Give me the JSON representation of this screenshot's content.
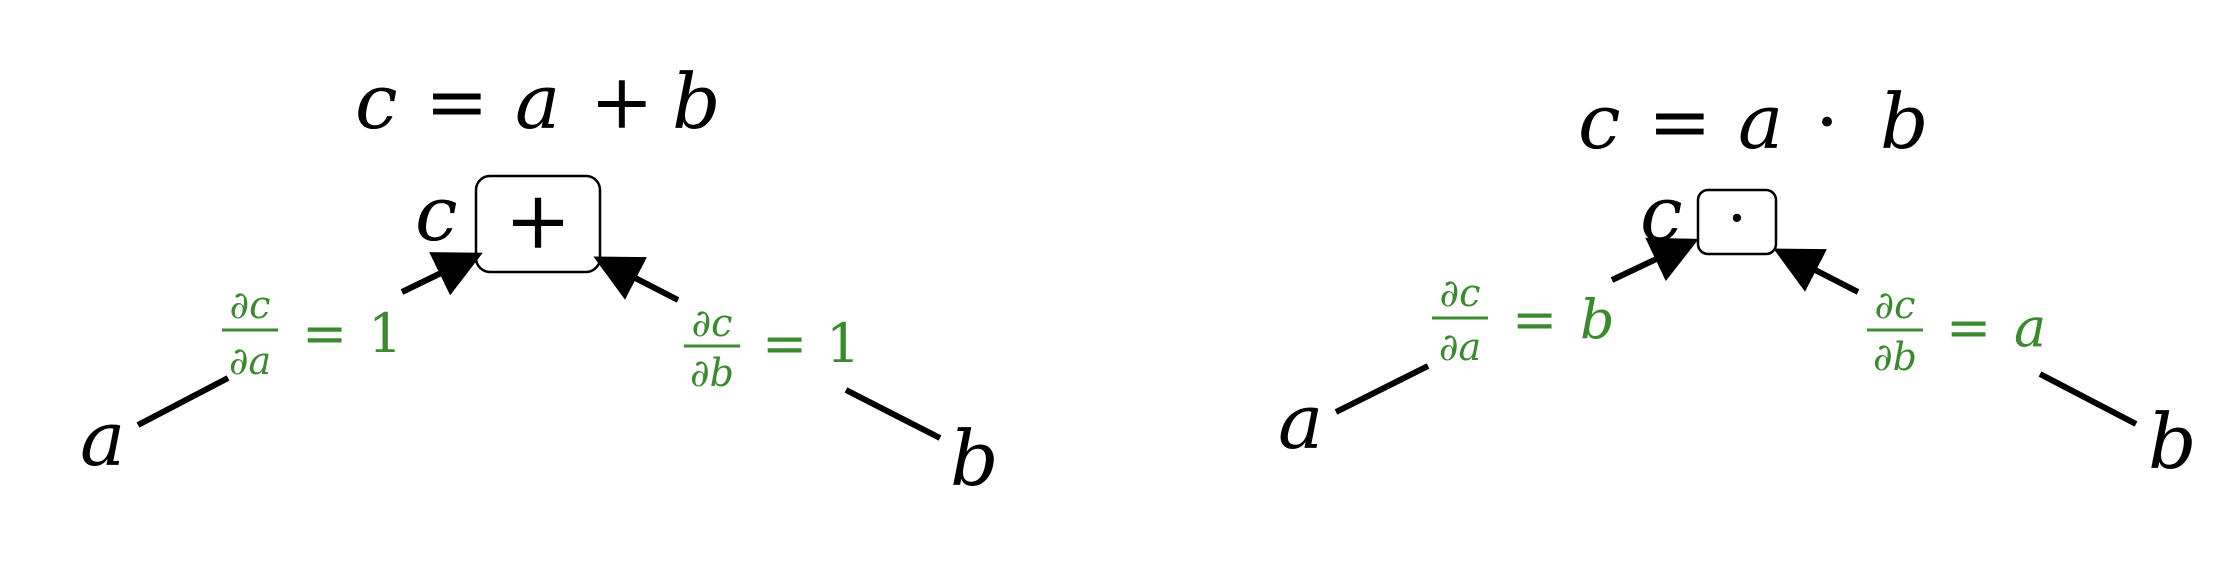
{
  "diagrams": [
    {
      "equation": {
        "lhs": "c",
        "eq": "=",
        "a": "a",
        "op": "+",
        "b": "b"
      },
      "node": {
        "output": "c",
        "symbol": "+"
      },
      "inputs": {
        "a": "a",
        "b": "b"
      },
      "grad_a": {
        "num": "∂c",
        "den": "∂a",
        "eq": "=",
        "value": "1"
      },
      "grad_b": {
        "num": "∂c",
        "den": "∂b",
        "eq": "=",
        "value": "1"
      }
    },
    {
      "equation": {
        "lhs": "c",
        "eq": "=",
        "a": "a",
        "op": "·",
        "b": "b"
      },
      "node": {
        "output": "c",
        "symbol": "·"
      },
      "inputs": {
        "a": "a",
        "b": "b"
      },
      "grad_a": {
        "num": "∂c",
        "den": "∂a",
        "eq": "=",
        "value": "b"
      },
      "grad_b": {
        "num": "∂c",
        "den": "∂b",
        "eq": "=",
        "value": "a"
      }
    }
  ],
  "colors": {
    "gradient": "#3a8a2e",
    "ink": "#000000"
  }
}
